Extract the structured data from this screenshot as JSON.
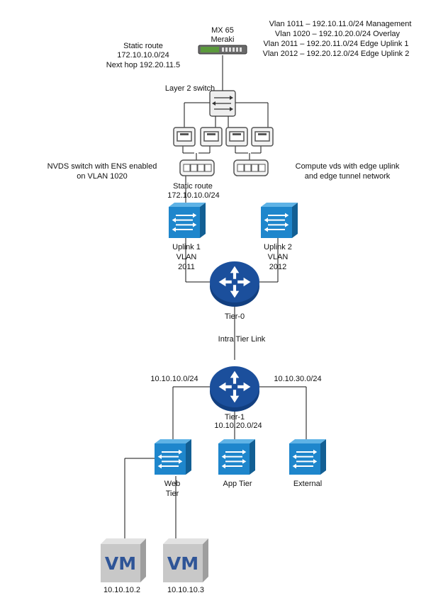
{
  "meraki": {
    "model": "MX 65",
    "brand": "Meraki"
  },
  "static_route_top": {
    "title": "Static route",
    "network": "172.10.10.0/24",
    "next_hop": "Next hop 192.20.11.5"
  },
  "vlans": [
    "Vlan 1011 – 192.10.11.0/24 Management",
    "Vlan 1020 – 192.10.20.0/24 Overlay",
    "Vlan 2011 – 192.20.11.0/24 Edge Uplink 1",
    "Vlan 2012 – 192.20.12.0/24 Edge Uplink 2"
  ],
  "l2_switch_label": "Layer 2 switch",
  "nvds_label": [
    "NVDS switch with ENS enabled",
    "on VLAN 1020"
  ],
  "compute_vds_label": [
    "Compute vds with edge uplink",
    "and edge tunnel network"
  ],
  "static_route_mid": {
    "title": "Static route",
    "network": "172.10.10.0/24"
  },
  "uplink1": [
    "Uplink 1",
    "VLAN",
    "2011"
  ],
  "uplink2": [
    "Uplink 2",
    "VLAN",
    "2012"
  ],
  "tier0_label": "Tier-0",
  "intra_tier_link": "Intra Tier Link",
  "tier1": {
    "label": "Tier-1",
    "network": "10.10.20.0/24"
  },
  "subnet_left": "10.10.10.0/24",
  "subnet_right": "10.10.30.0/24",
  "web_tier": [
    "Web",
    "Tier"
  ],
  "app_tier": "App Tier",
  "external": "External",
  "vm1": {
    "text": "VM",
    "ip": "10.10.10.2"
  },
  "vm2": {
    "text": "VM",
    "ip": "10.10.10.3"
  },
  "colors": {
    "switch_blue": "#1e86cc",
    "router_blue": "#1b4f9c",
    "vm_gray": "#c8c8c8",
    "vm_text": "#2f5597",
    "meraki_green": "#5b9a3c"
  }
}
